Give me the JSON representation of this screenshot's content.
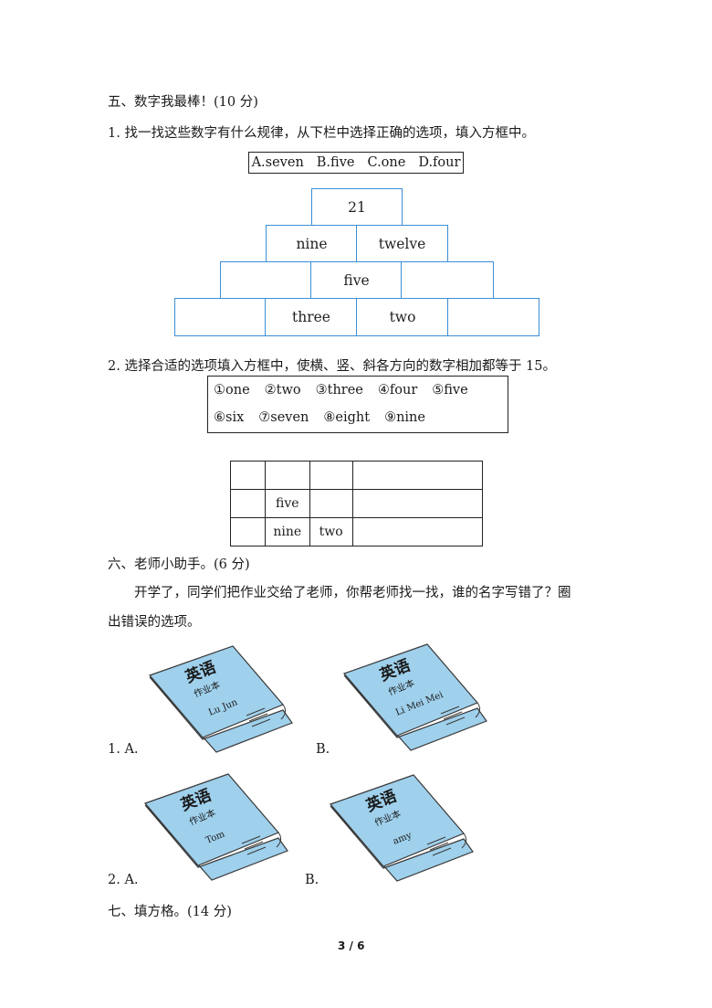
{
  "section5": {
    "title": "五、数字我最棒！(10 分)",
    "q1": {
      "text": "1. 找一找这些数字有什么规律，从下栏中选择正确的选项，填入方框中。",
      "options": [
        "A.seven",
        "B.five",
        "C.one",
        "D.four"
      ],
      "pyramid": {
        "row1": [
          "21"
        ],
        "row2": [
          "nine",
          "twelve"
        ],
        "row3": [
          "",
          "five",
          ""
        ],
        "row4": [
          "",
          "three",
          "two",
          ""
        ]
      }
    },
    "q2": {
      "text": "2. 选择合适的选项填入方框中，使横、竖、斜各方向的数字相加都等于 15。",
      "options_row1": [
        "①one",
        "②two",
        "③three",
        "④four",
        "⑤five"
      ],
      "options_row2": [
        "⑥six",
        "⑦seven",
        "⑧eight",
        "⑨nine"
      ],
      "grid": [
        [
          "",
          "",
          "",
          ""
        ],
        [
          "",
          "five",
          "",
          ""
        ],
        [
          "",
          "nine",
          "two",
          ""
        ]
      ]
    }
  },
  "section6": {
    "title": "六、老师小助手。(6 分)",
    "intro_line1": "开学了，同学们把作业交给了老师，你帮老师找一找，谁的名字写错了？圈",
    "intro_line2": "出错误的选项。",
    "book_title": "英语",
    "book_subtitle": "作业本",
    "q1_label_a": "1. A.",
    "q1_label_b": "B.",
    "q2_label_a": "2. A.",
    "q2_label_b": "B.",
    "names": [
      "Lu Jun",
      "Li Mei Mei",
      "Tom",
      "amy"
    ]
  },
  "section7": {
    "title": "七、填方格。(14 分)"
  },
  "footer": {
    "page": "3 / 6"
  },
  "colors": {
    "pyramid_border": "#3b8fd6",
    "book_fill": "#9fd0ec",
    "book_stroke": "#3a3a3a"
  }
}
